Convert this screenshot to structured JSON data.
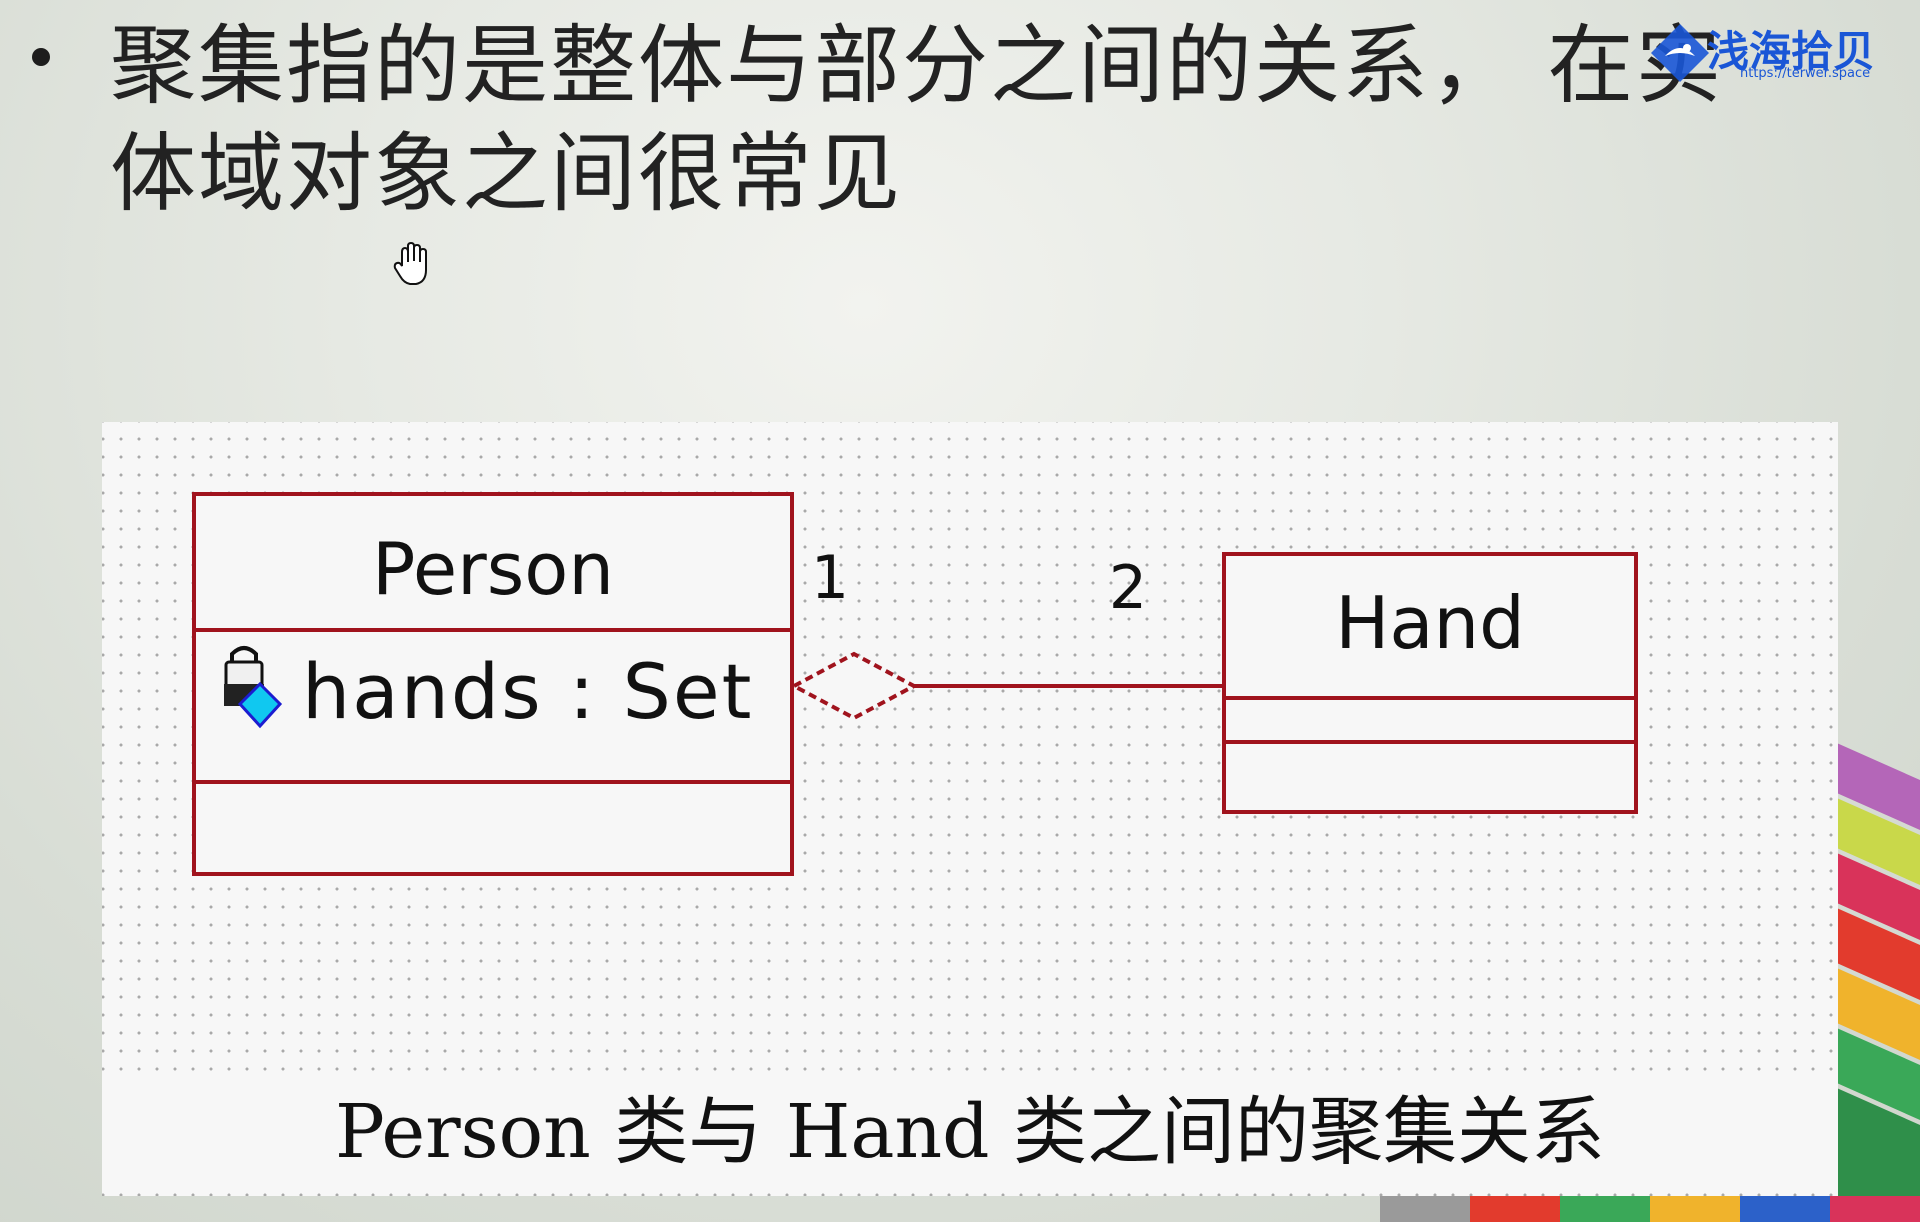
{
  "slide": {
    "bullet_line1": "聚集指的是整体与部分之间的关系， 在实",
    "bullet_line2": "体域对象之间很常见",
    "caption": "Person 类与 Hand 类之间的聚集关系"
  },
  "logo": {
    "name": "浅海拾贝",
    "url": "https://terwer.space",
    "color": "#1a56d6"
  },
  "uml": {
    "class_a": {
      "name": "Person",
      "attribute": "hands : Set",
      "attribute_icon": "private-attribute-lock-icon"
    },
    "class_b": {
      "name": "Hand"
    },
    "relation": {
      "type": "aggregation",
      "multiplicity_a": "1",
      "multiplicity_b": "2"
    },
    "line_color": "#a0131d"
  },
  "icons": {
    "cursor": "hand-cursor-icon"
  }
}
